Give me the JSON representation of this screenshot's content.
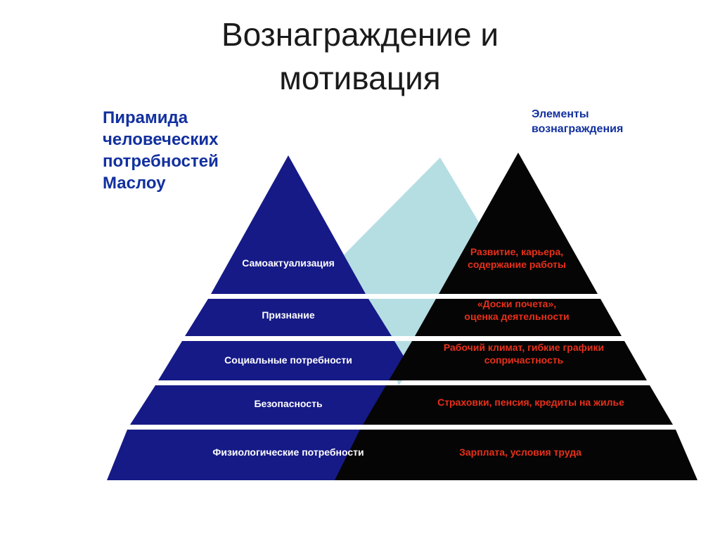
{
  "title": "Вознаграждение и\nмотивация",
  "headings": {
    "left": "Пирамида\nчеловеческих\nпотребностей\nМаслоу",
    "right": "Элементы\nвознаграждения"
  },
  "colors": {
    "blue_pyramid": "#161a87",
    "black_pyramid": "#050505",
    "pale_pyramid": "#b5dee3",
    "heading_blue": "#12309f",
    "left_label_text": "#ffffff",
    "right_label_text": "#e8301a",
    "title_text": "#1b1b1b",
    "background": "#ffffff"
  },
  "pyramid": {
    "left_side_name": "Пирамида человеческих потребностей Маслоу",
    "right_side_name": "Элементы вознаграждения",
    "levels": [
      {
        "index": 1,
        "need": "Самоактуализация",
        "reward": "Развитие, карьера,\nсодержание работы"
      },
      {
        "index": 2,
        "need": "Признание",
        "reward": "«Доски почета»,\nоценка деятельности"
      },
      {
        "index": 3,
        "need": "Социальные потребности",
        "reward": "Рабочий климат, гибкие графики\nсопричастность"
      },
      {
        "index": 4,
        "need": "Безопасность",
        "reward": "Страховки, пенсия, кредиты на жилье"
      },
      {
        "index": 5,
        "need": "Физиологические потребности",
        "reward": "Зарплата, условия труда"
      }
    ]
  }
}
